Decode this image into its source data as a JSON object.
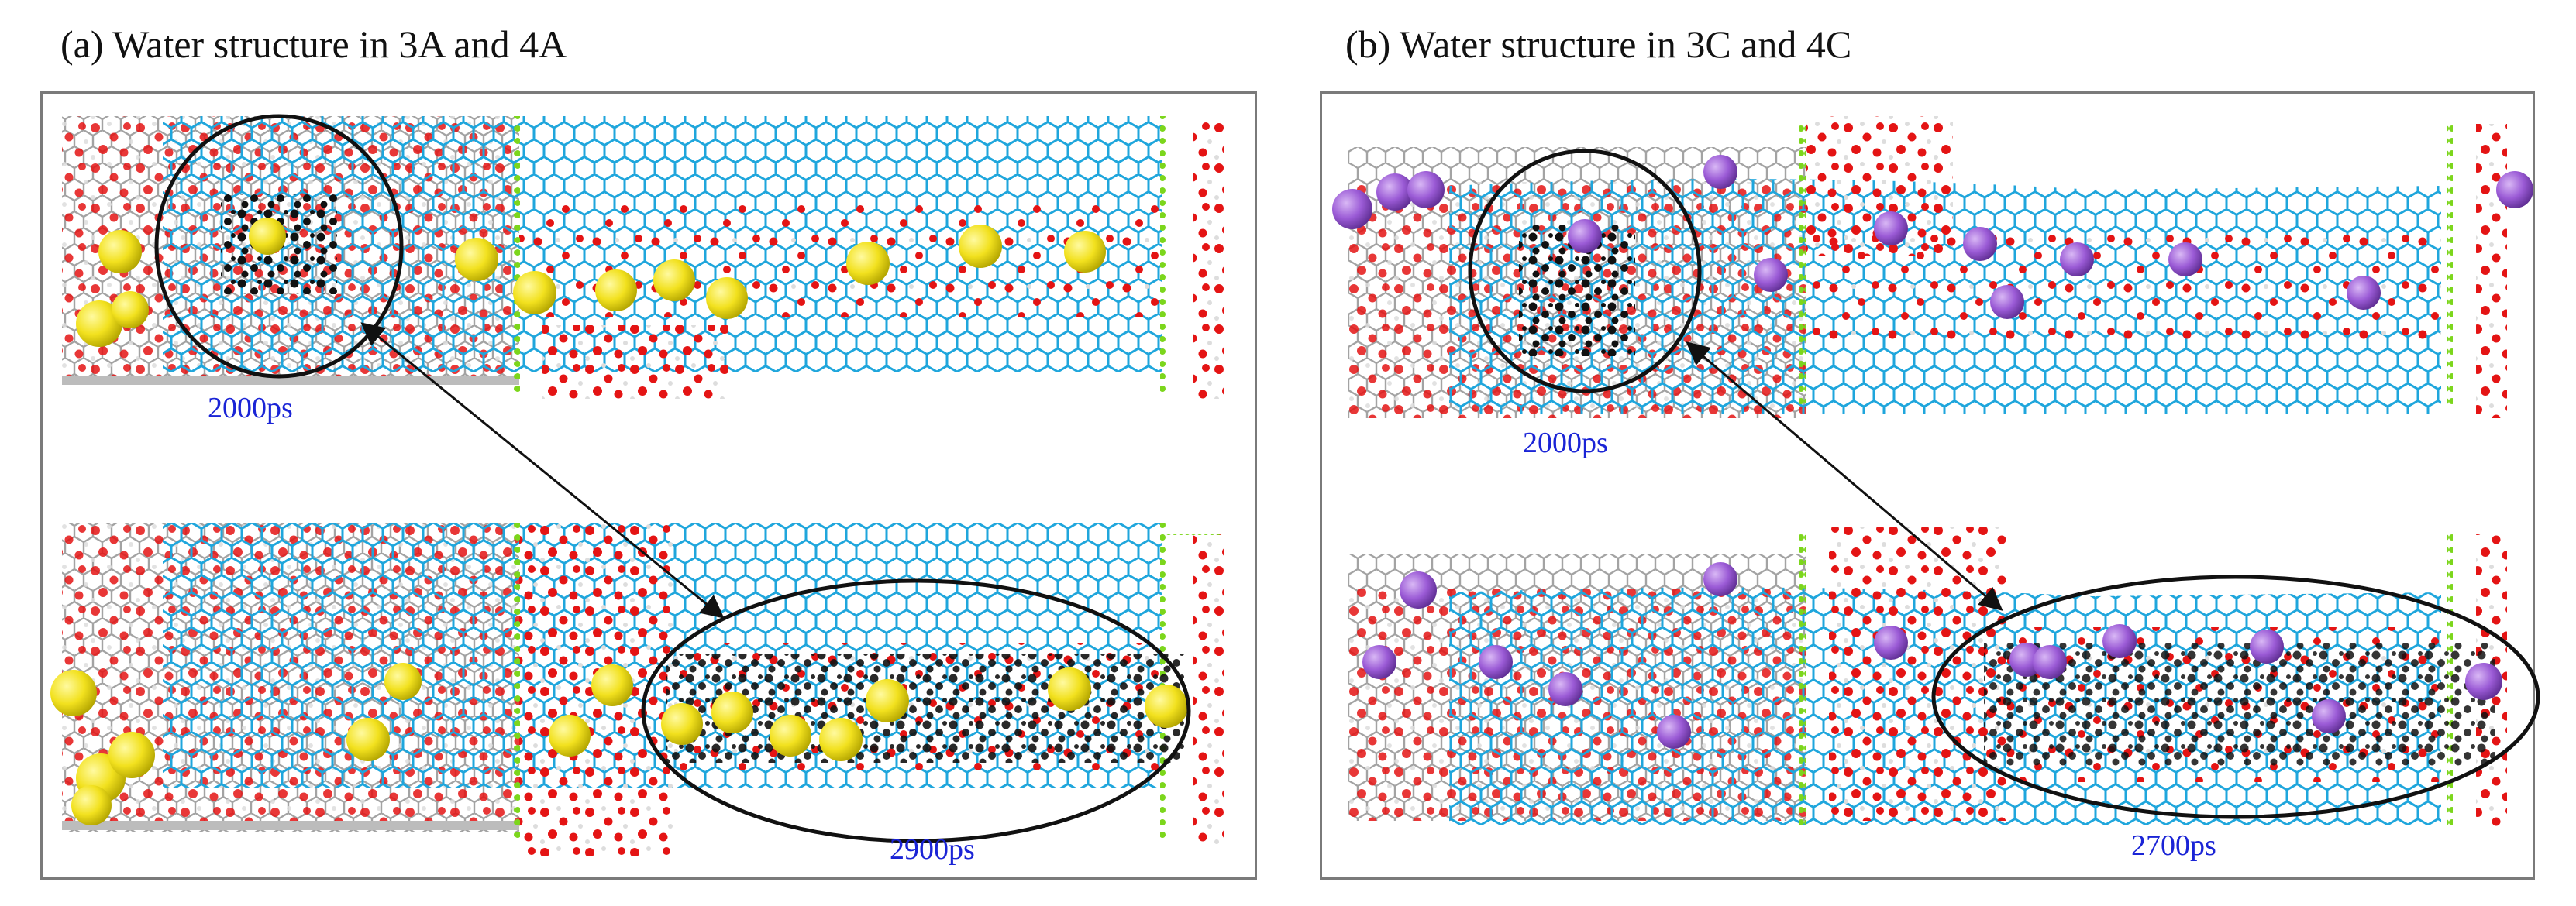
{
  "figure": {
    "panel_a": {
      "title": "(a) Water structure in 3A and 4A",
      "top_time": "2000ps",
      "bottom_time": "2900ps"
    },
    "panel_b": {
      "title": "(b) Water structure in 3C and 4C",
      "top_time": "2000ps",
      "bottom_time": "2700ps"
    }
  },
  "colors": {
    "nanotube": "#1fa6dc",
    "graphene": "#9a9a9a",
    "water_oxygen": "#e41414",
    "anion_sphere_a": "#f2e11e",
    "cation_sphere_b": "#9b5bd6",
    "highlighted_water": "#111111",
    "time_label": "#1a24d6",
    "boundary_marker": "#7cd61c",
    "frame": "#7a7a7a"
  }
}
